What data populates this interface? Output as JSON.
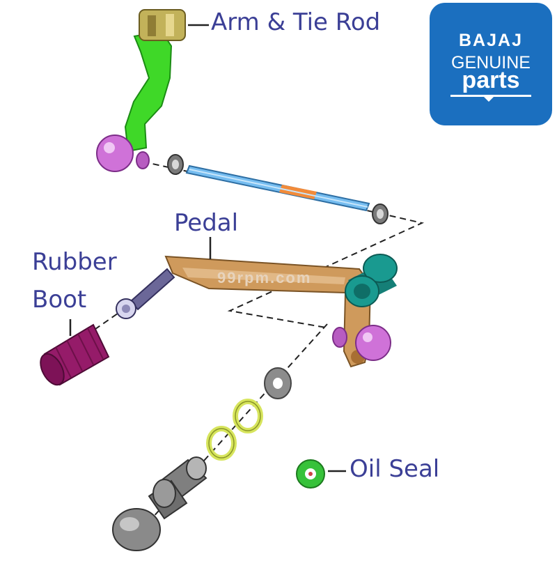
{
  "labels": {
    "arm_tie_rod": "Arm & Tie Rod",
    "pedal": "Pedal",
    "rubber": "Rubber",
    "boot": "Boot",
    "oil_seal": "Oil Seal"
  },
  "logo": {
    "brand": "BAJAJ",
    "line2": "GENUINE",
    "line3": "parts"
  },
  "watermark": "99rpm.com",
  "colors": {
    "label_text": "#3b3f96",
    "logo_bg": "#1b6fbf",
    "arm": "#3fd828",
    "arm_top": "#c2b25a",
    "ball_joint": "#cf72d8",
    "tie_rod": "#76bdf0",
    "pedal": "#cf9a5c",
    "bush": "#199a90",
    "pin": "#6b6798",
    "rubber_boot": "#951b69",
    "washer": "#8c8c8c",
    "o_ring": "#d7e55d",
    "oil_seal": "#37c23a",
    "shaft": "#7f7f7f"
  }
}
